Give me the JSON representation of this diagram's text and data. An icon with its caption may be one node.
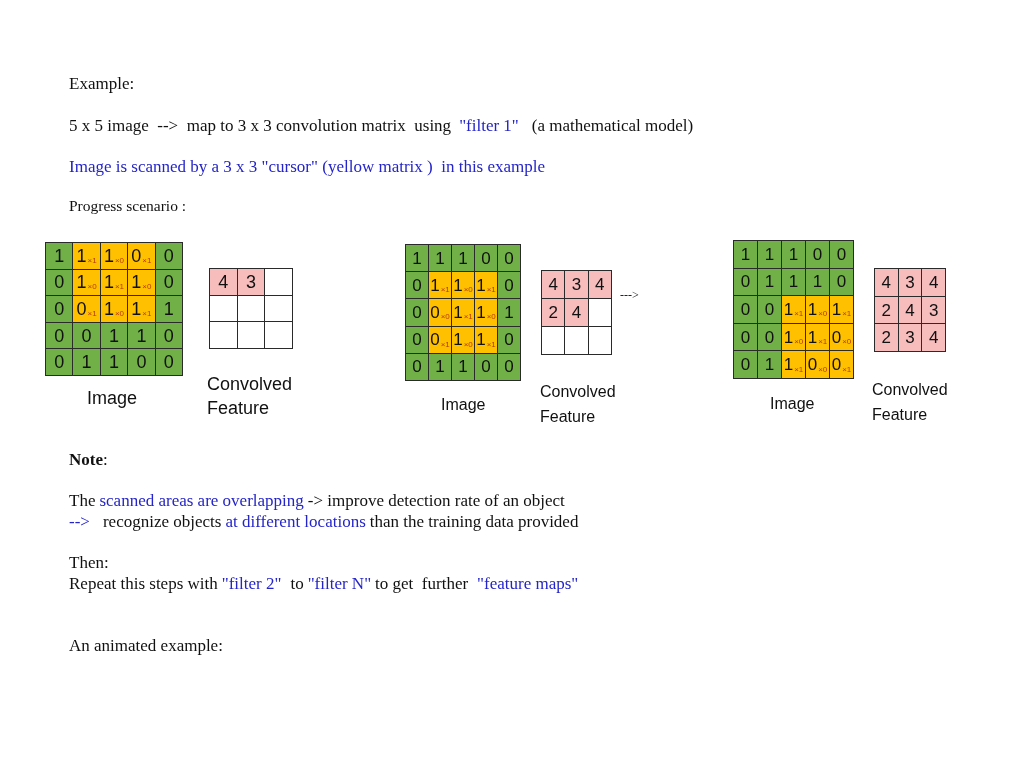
{
  "diagram": {
    "nodes": [
      {
        "text": [
          "1",
          "1$_{×1}$",
          "1$_{×0}$",
          "0$_{×1}$",
          "0",
          "0",
          "1$_{×0}$",
          "1$_{×1}$",
          "1$_{×0}$",
          "0",
          "0",
          "0$_{×1}$",
          "1$_{×0}$",
          "1$_{×1}$",
          "1",
          "0",
          "0",
          "1",
          "1",
          "0",
          "0",
          "1",
          "1",
          "0",
          "0"
        ],
        "beside": [
          "Image"
        ]
      },
      {
        "text": [
          "4",
          "3"
        ],
        "beside": [
          "Convolved Feature"
        ]
      },
      {
        "text": [
          "1",
          "1",
          "1",
          "0",
          "0",
          "0",
          "1$_{×1}$",
          "1$_{×0}$",
          "1$_{×1}$",
          "0",
          "0",
          "0$_{×0}$",
          "1$_{×1}$",
          "1$_{×0}$",
          "1",
          "0",
          "0$_{×1}$",
          "1$_{×0}$",
          "1$_{×1}$",
          "0",
          "0",
          "1",
          "1",
          "0",
          "0"
        ],
        "beside": [
          "Image"
        ]
      },
      {
        "text": [
          "4",
          "3",
          "4",
          "2",
          "4"
        ],
        "beside": [
          "Convolved Feature"
        ]
      },
      {
        "text": [
          "1",
          "1",
          "1",
          "0",
          "0",
          "0",
          "1",
          "1",
          "1",
          "0",
          "0",
          "0",
          "1$_{×1}$",
          "1$_{×0}$",
          "1$_{×1}$",
          "0",
          "0",
          "1$_{×0}$",
          "1$_{×1}$",
          "0$_{×0}$",
          "0",
          "1",
          "1$_{×1}$",
          "0$_{×0}$",
          "0$_{×1}$"
        ],
        "beside": [
          "Image"
        ]
      },
      {
        "text": [
          "4",
          "3",
          "4",
          "2",
          "4",
          "3",
          "2",
          "3",
          "4"
        ],
        "beside": [
          "Convolved Feature"
        ]
      }
    ],
    "labels": [
      "Example:",
      "5 x 5 image  -->  map to 3 x 3 convolution matrix  using",
      "\"filter 1\"",
      "(a mathematical model)",
      "Image is scanned by a 3 x 3 \"cursor\" (yellow matrix )  in this example",
      "Progress scenario :",
      "--->",
      "**Note**:",
      "The",
      "scanned areas are overlapping",
      "-> improve detection rate of an object",
      "-->",
      "recognize objects",
      "at different locations",
      "than the training data provided",
      "Then:",
      "Repeat this steps with",
      "\"filter 2\"",
      "to",
      "\"filter N\"",
      "to get  further",
      "\"feature maps\"",
      "An animated example:"
    ]
  }
}
